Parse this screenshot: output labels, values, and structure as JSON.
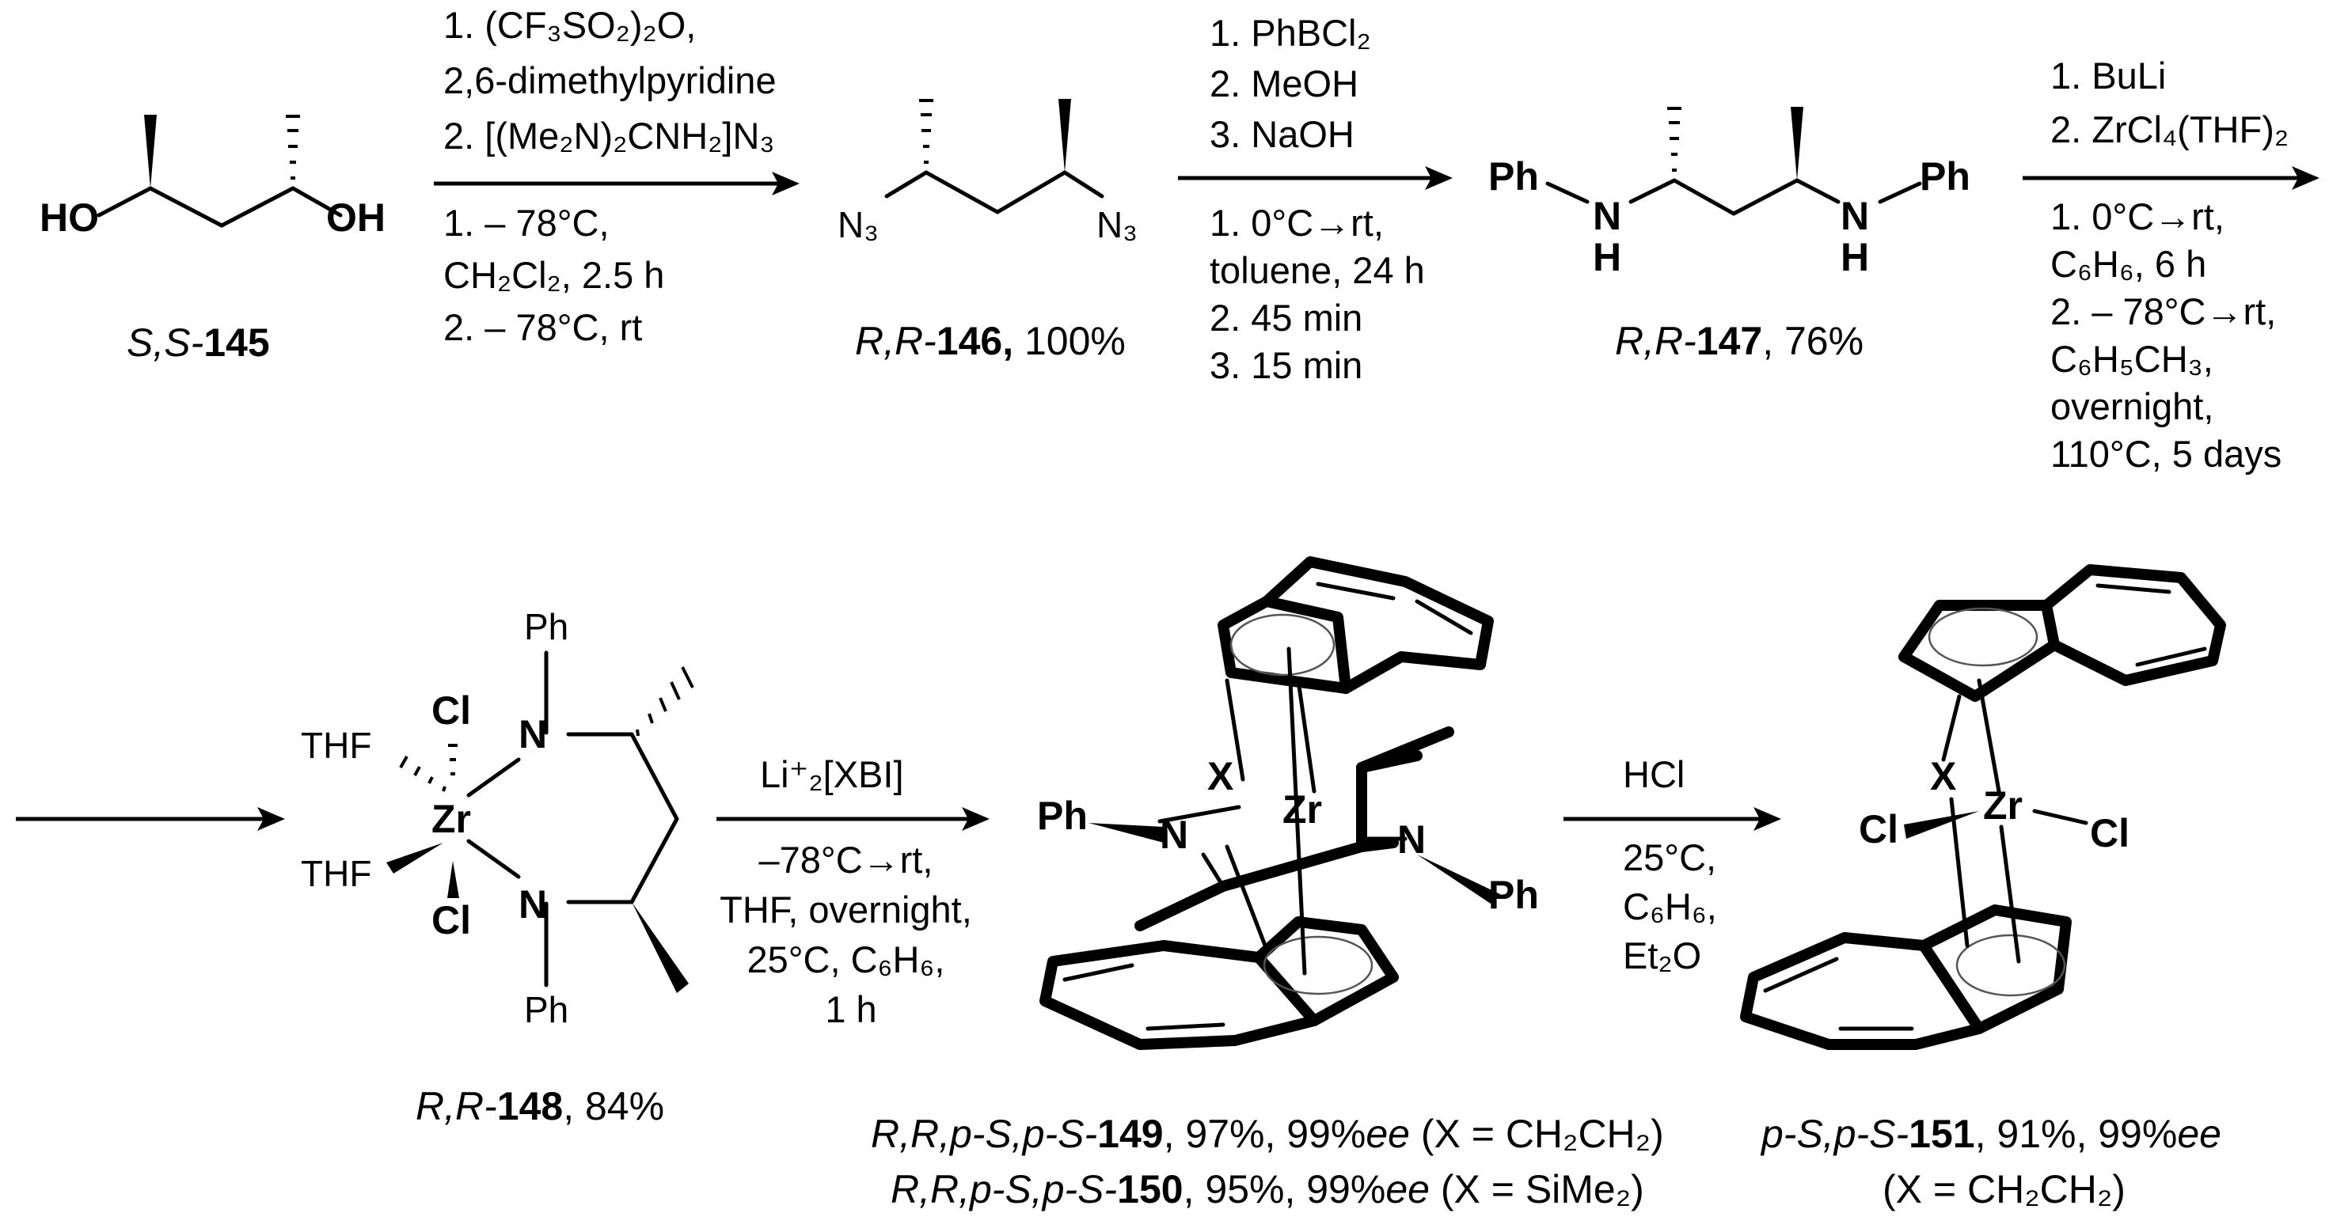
{
  "compounds": {
    "c145": {
      "prefix": "S,S-",
      "number": "145",
      "suffix": ""
    },
    "c146": {
      "prefix": "R,R-",
      "number": "146,",
      "suffix": " 100%"
    },
    "c147": {
      "prefix": "R,R-",
      "number": "147",
      "suffix": ", 76%"
    },
    "c148": {
      "prefix": "R,R-",
      "number": "148",
      "suffix": ", 84%"
    },
    "c149": {
      "prefix": "R,R,p-S,p-S-",
      "number": "149",
      "suffix_a": ", 97%, 99%",
      "ee": "ee",
      "suffix_b": " (X = CH₂CH₂)"
    },
    "c150": {
      "prefix": "R,R,p-S,p-S-",
      "number": "150",
      "suffix_a": ", 95%, 99%",
      "ee": "ee",
      "suffix_b": " (X = SiMe₂)"
    },
    "c151": {
      "prefix": "p-S,p-S-",
      "number": "151",
      "suffix_a": ", 91%, 99%",
      "ee": "ee",
      "line2": "(X = CH₂CH₂)"
    }
  },
  "step1": {
    "above": [
      "1. (CF₃SO₂)₂O,",
      "2,6-dimethylpyridine",
      "2. [(Me₂N)₂CNH₂]N₃"
    ],
    "below": [
      "1. – 78°C,",
      "CH₂Cl₂, 2.5 h",
      "2. – 78°C, rt"
    ]
  },
  "step2": {
    "above": [
      "1. PhBCl₂",
      "2. MeOH",
      "3. NaOH"
    ],
    "below": [
      "1. 0°C→rt,",
      "toluene, 24 h",
      "2. 45 min",
      "3. 15 min"
    ]
  },
  "step3": {
    "above": [
      "1. BuLi",
      "2. ZrCl₄(THF)₂"
    ],
    "below": [
      "1. 0°C→rt,",
      "C₆H₆, 6 h",
      "2. – 78°C→rt,",
      "C₆H₅CH₃,",
      "overnight,",
      "110°C, 5 days"
    ]
  },
  "step4": {
    "above": [
      "Li⁺₂[XBI]"
    ],
    "below": [
      "–78°C→rt,",
      "THF, overnight,",
      "25°C, C₆H₆,",
      "1 h"
    ]
  },
  "step5": {
    "above": [
      "HCl"
    ],
    "below": [
      "25°C,",
      "C₆H₆,",
      "Et₂O"
    ]
  },
  "atoms": {
    "hydroxyl": "HO",
    "hydroxyl_r": "OH",
    "azide": "N₃",
    "phenyl": "Ph",
    "nitrogen": "N",
    "hydrogen": "H",
    "chlorine": "Cl",
    "thf": "THF",
    "zirconium": "Zr",
    "bridge": "X"
  },
  "colors": {
    "oxygen": "#e8202a",
    "nitrogen": "#2456e6",
    "chlorine": "#1c8a1c",
    "text": "#000000"
  }
}
